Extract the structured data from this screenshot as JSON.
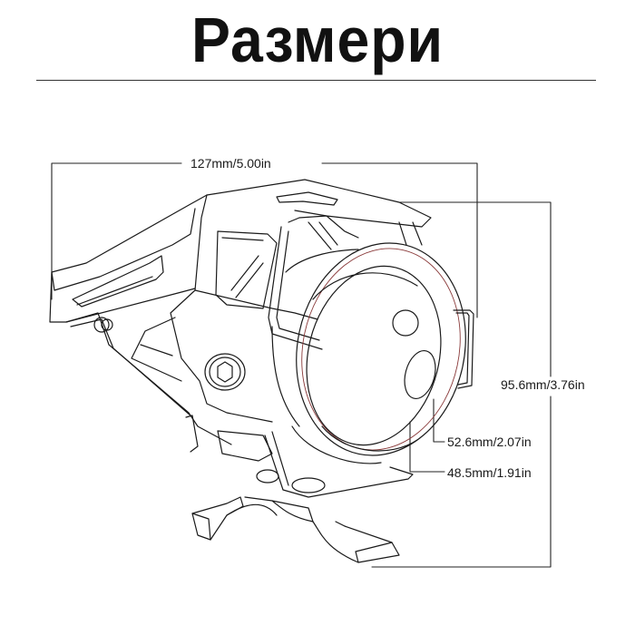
{
  "title": "Размери",
  "dimensions": {
    "width": "127mm/5.00in",
    "height": "95.6mm/3.76in",
    "outer_ring_diameter": "52.6mm/2.07in",
    "inner_lens_diameter": "48.5mm/1.91in"
  },
  "colors": {
    "line": "#1a1a1a",
    "ring_accent": "#8a3a3a",
    "background": "#ffffff"
  }
}
